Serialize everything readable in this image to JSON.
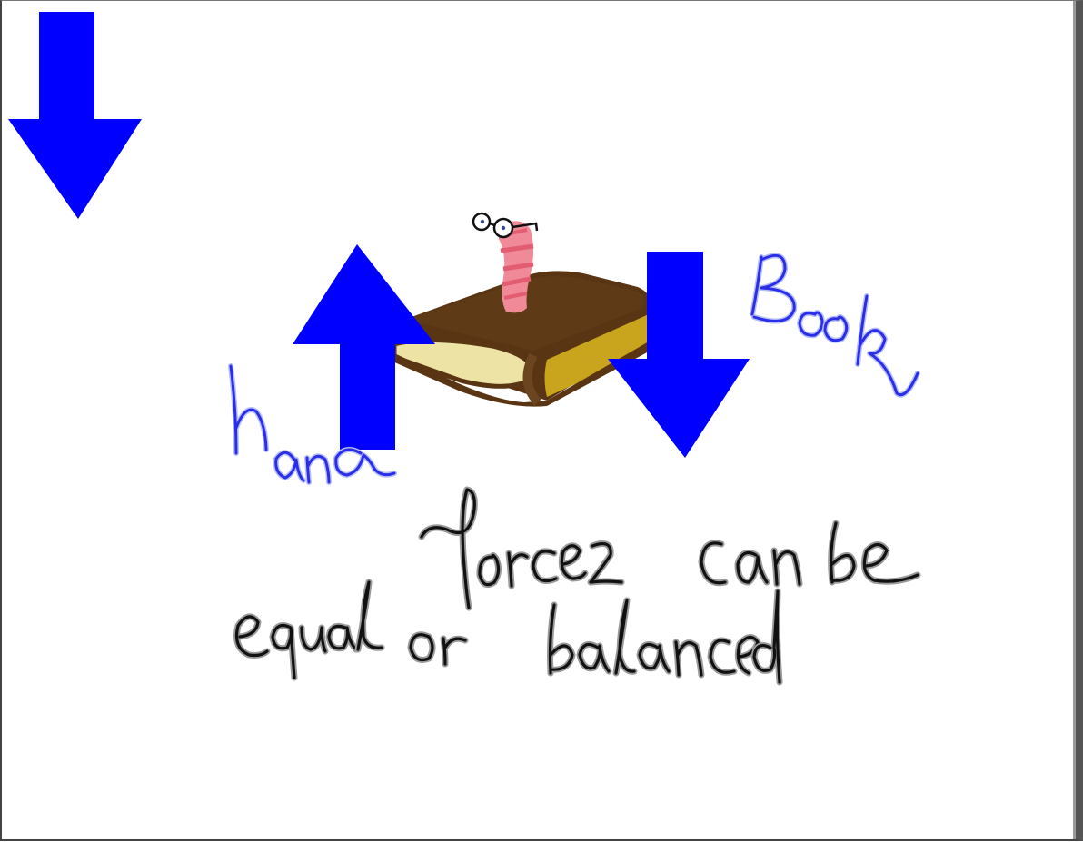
{
  "canvas": {
    "background": "#ffffff",
    "arrow_color": "#0000ff",
    "ink_blue": "#2a2ee8",
    "ink_black": "#111111"
  },
  "annotations": {
    "hand_label": "hand",
    "book_label": "Book",
    "line1": "forces can be",
    "line2": "equal or balanced"
  },
  "arrows": [
    {
      "name": "arrow-down-corner",
      "direction": "down"
    },
    {
      "name": "arrow-up-hand",
      "direction": "up"
    },
    {
      "name": "arrow-down-book",
      "direction": "down"
    }
  ],
  "clipart": {
    "name": "bookworm-icon",
    "depicts": "pink worm with glasses on a brown book"
  }
}
